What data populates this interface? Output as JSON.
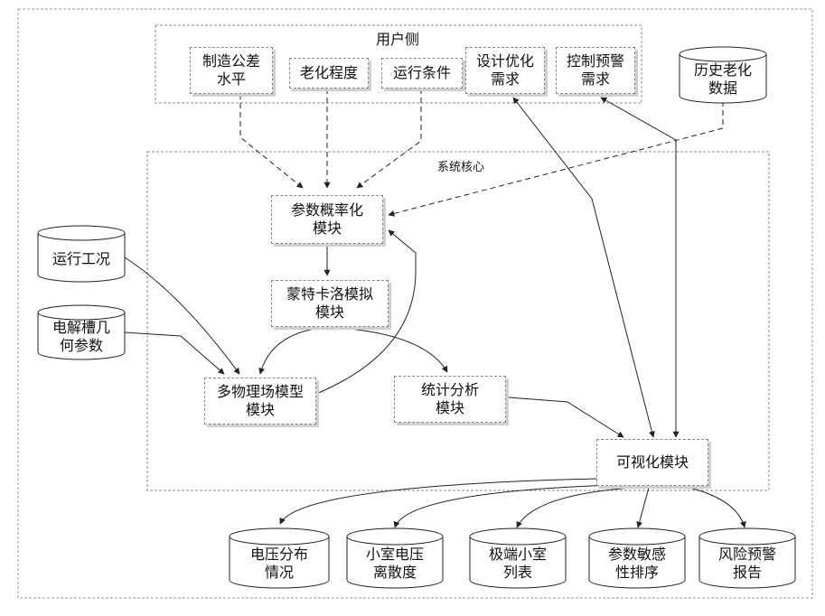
{
  "regions": {
    "user_side": "用户侧",
    "system_core": "系统核心"
  },
  "user_boxes": {
    "tolerance": "制造公差\n水平",
    "aging": "老化程度",
    "operating_conditions": "运行条件",
    "design_opt": "设计优化\n需求",
    "control_warning": "控制预警\n需求"
  },
  "inputs": {
    "history_aging": "历史老化\n数据",
    "run_condition": "运行工况",
    "cell_geometry": "电解槽几\n何参数"
  },
  "modules": {
    "param_prob": "参数概率化\n模块",
    "monte_carlo": "蒙特卡洛模拟\n模块",
    "multiphysics": "多物理场模型\n模块",
    "stats": "统计分析\n模块",
    "visual": "可视化模块"
  },
  "outputs": {
    "voltage_dist": "电压分布\n情况",
    "voltage_dispersion": "小室电压\n离散度",
    "extreme_list": "极端小室\n列表",
    "sensitivity": "参数敏感\n性排序",
    "risk_report": "风险预警\n报告"
  },
  "colors": {
    "line": "#222222",
    "dashed_border": "#888888",
    "shadow": "#cfcfcf"
  }
}
